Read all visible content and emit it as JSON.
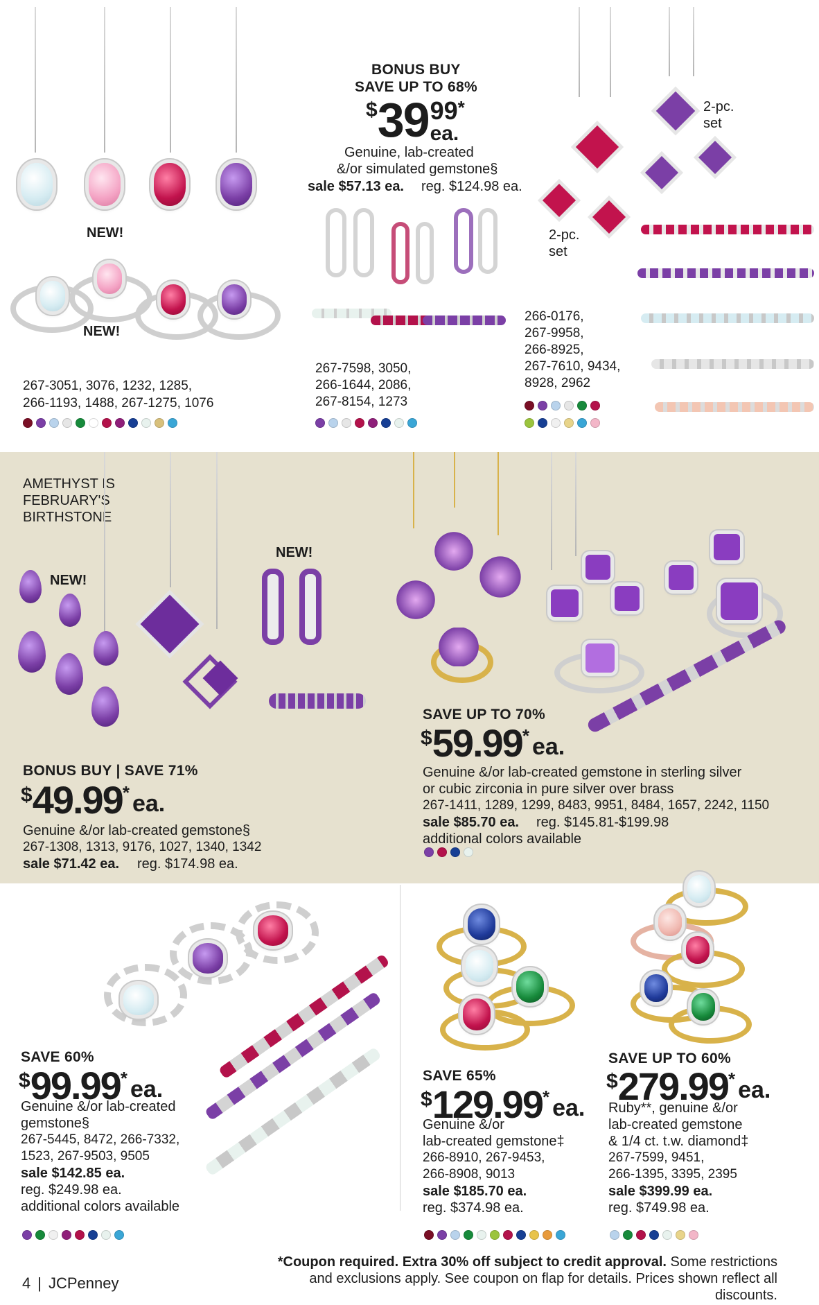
{
  "section_top": {
    "new_pendant_label": "NEW!",
    "new_ring_label": "NEW!",
    "offer_headline_1": "BONUS BUY",
    "offer_headline_2": "SAVE UP TO 68%",
    "price": {
      "currency": "$",
      "whole": "39",
      "cents": "99",
      "star": "*",
      "unit": "ea."
    },
    "desc_line_1": "Genuine, lab-created",
    "desc_line_2": "&/or simulated gemstone§",
    "sale": "sale $57.13 ea.",
    "reg": "reg. $124.98 ea.",
    "set_label_top": "2-pc.",
    "set_label_top_2": "set",
    "set_label_mid": "2-pc.",
    "set_label_mid_2": "set",
    "left_skus": [
      "267-3051, 3076, 1232, 1285,",
      "266-1193, 1488, 267-1275, 1076"
    ],
    "middle_skus": [
      "267-7598, 3050,",
      "266-1644, 2086,",
      "267-8154, 1273"
    ],
    "right_skus": [
      "266-0176,",
      "267-9958,",
      "266-8925,",
      "267-7610, 9434,",
      "8928, 2962"
    ],
    "left_dots": [
      "#7a0f25",
      "#7b3fa6",
      "#b9d3ec",
      "#e6e6e6",
      "#178a3b",
      "#ffffff",
      "#b3124b",
      "#8f1f7a",
      "#173f94",
      "#e8f2ee",
      "#d8c07b",
      "#3aa6d6"
    ],
    "middle_dots": [
      "#7b3fa6",
      "#b9d3ec",
      "#e6e6e6",
      "#b3124b",
      "#8f1f7a",
      "#173f94",
      "#e8f2ee",
      "#3aa6d6"
    ],
    "right_dots_row1": [
      "#7a0f25",
      "#7b3fa6",
      "#b9d3ec",
      "#e6e6e6",
      "#178a3b",
      "#b3124b"
    ],
    "right_dots_row2": [
      "#9bc43d",
      "#173f94",
      "#f0f0f0",
      "#e8d48a",
      "#3aa6d6",
      "#f3b6c8"
    ]
  },
  "section_mid": {
    "birthstone_1": "AMETHYST IS",
    "birthstone_2": "FEBRUARY'S",
    "birthstone_3": "BIRTHSTONE",
    "new_left": "NEW!",
    "new_right": "NEW!",
    "left_headline": "BONUS BUY | SAVE 71%",
    "left_price": {
      "currency": "$",
      "amount": "49.99",
      "star": "*",
      "unit": "ea."
    },
    "left_desc": "Genuine &/or lab-created gemstone§",
    "left_skus": "267-1308, 1313, 9176, 1027, 1340, 1342",
    "left_sale": "sale $71.42 ea.",
    "left_reg": "reg. $174.98 ea.",
    "right_headline": "SAVE UP TO 70%",
    "right_price": {
      "currency": "$",
      "amount": "59.99",
      "star": "*",
      "unit": "ea."
    },
    "right_desc_1": "Genuine &/or lab-created gemstone in sterling silver",
    "right_desc_2": "or cubic zirconia in pure silver over brass",
    "right_skus": "267-1411, 1289, 1299, 8483, 9951, 8484, 1657, 2242, 1150",
    "right_sale": "sale $85.70 ea.",
    "right_reg": "reg. $145.81-$199.98",
    "right_additional": "additional colors available",
    "right_dots": [
      "#7b3fa6",
      "#b3124b",
      "#173f94",
      "#e8f2ee"
    ]
  },
  "section_bottom": {
    "col1": {
      "headline": "SAVE 60%",
      "price": {
        "currency": "$",
        "amount": "99.99",
        "star": "*",
        "unit": "ea."
      },
      "desc_1": "Genuine &/or lab-created",
      "desc_2": "gemstone§",
      "skus_1": "267-5445, 8472, 266-7332,",
      "skus_2": "1523, 267-9503, 9505",
      "sale": "sale $142.85 ea.",
      "reg": "reg. $249.98 ea.",
      "additional": "additional colors available",
      "dots": [
        "#7b3fa6",
        "#178a3b",
        "#f0f0f0",
        "#8f1f7a",
        "#b3124b",
        "#173f94",
        "#e8f2ee",
        "#3aa6d6"
      ]
    },
    "col2": {
      "headline": "SAVE 65%",
      "price": {
        "currency": "$",
        "amount": "129.99",
        "star": "*",
        "unit": "ea."
      },
      "desc_1": "Genuine &/or",
      "desc_2": "lab-created gemstone‡",
      "skus_1": "266-8910, 267-9453,",
      "skus_2": "266-8908, 9013",
      "sale": "sale $185.70 ea.",
      "reg": "reg. $374.98 ea.",
      "dots": [
        "#7a0f25",
        "#7b3fa6",
        "#b9d3ec",
        "#178a3b",
        "#e8f2ee",
        "#9bc43d",
        "#b3124b",
        "#173f94",
        "#e8c34a",
        "#e89a3a",
        "#3aa6d6"
      ]
    },
    "col3": {
      "headline": "SAVE UP TO 60%",
      "price": {
        "currency": "$",
        "amount": "279.99",
        "star": "*",
        "unit": "ea."
      },
      "desc_1": "Ruby**, genuine &/or",
      "desc_2": "lab-created gemstone",
      "desc_3": "& 1/4 ct. t.w. diamond‡",
      "skus_1": "267-7599, 9451,",
      "skus_2": "266-1395, 3395, 2395",
      "sale": "sale $399.99 ea.",
      "reg": "reg. $749.98 ea.",
      "dots": [
        "#b9d3ec",
        "#178a3b",
        "#b3124b",
        "#173f94",
        "#e8f2ee",
        "#e8d48a",
        "#f3b6c8"
      ]
    }
  },
  "footer": {
    "page_number": "4",
    "separator": "|",
    "brand": "JCPenney",
    "note_bold": "*Coupon required. Extra 30% off subject to credit approval.",
    "note_rest_1": " Some restrictions",
    "note_line_2": "and exclusions apply. See coupon on flap for details. Prices shown reflect all discounts."
  }
}
